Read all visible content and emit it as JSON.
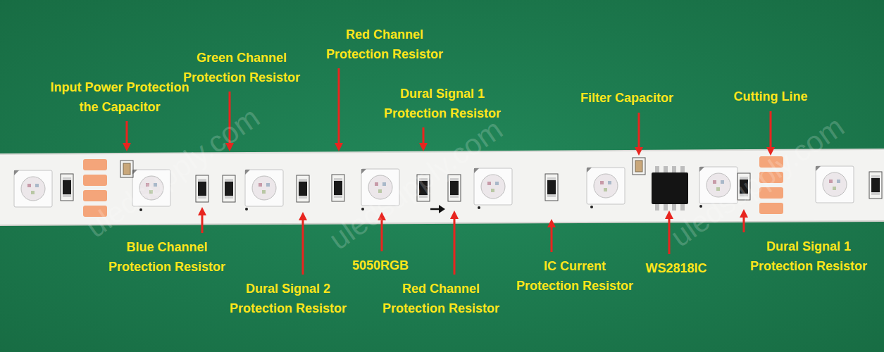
{
  "diagram": {
    "labels": [
      "Input Power Protection the Capacitor",
      "Green Channel Protection Resistor",
      "Red Channel Protection Resistor",
      "Dural Signal 1 Protection Resistor",
      "Filter Capacitor",
      "Cutting Line",
      "Blue Channel Protection Resistor",
      "Dural Signal 2 Protection Resistor",
      "5050RGB",
      "Red Channel Protection Resistor",
      "IC Current Protection Resistor",
      "WS2818IC",
      "Dural Signal 1 Protection Resistor",
      "uledsupply.com",
      "uledsupply.com",
      "uledsupply.com"
    ]
  }
}
